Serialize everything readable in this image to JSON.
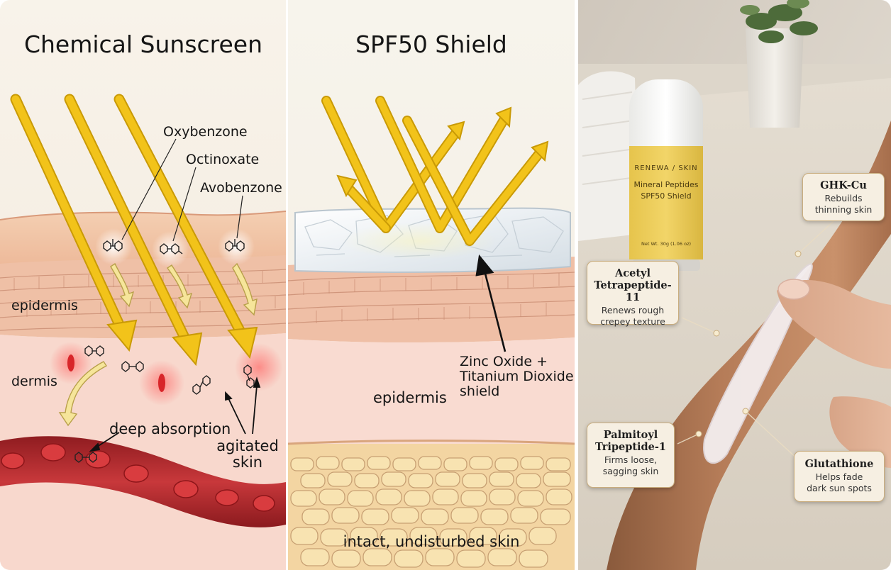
{
  "left_panel": {
    "title": "Chemical Sunscreen",
    "ingredients": [
      "Oxybenzone",
      "Octinoxate",
      "Avobenzone"
    ],
    "layer_epidermis": "epidermis",
    "layer_dermis": "dermis",
    "absorption": "deep absorption",
    "agitated_line1": "agitated",
    "agitated_line2": "skin"
  },
  "middle_panel": {
    "title": "SPF50 Shield",
    "shield_line1": "Zinc Oxide +",
    "shield_line2": "Titanium Dioxide",
    "shield_line3": "shield",
    "layer_epidermis": "epidermis",
    "bottom_caption": "intact, undisturbed skin"
  },
  "right_panel": {
    "bottle": {
      "brand": "RENEWA / SKIN",
      "product_line1": "Mineral Peptides",
      "product_line2": "SPF50 Shield",
      "net_wt": "Net Wt. 30g (1.06 oz)"
    },
    "callouts": [
      {
        "name": "GHK-Cu",
        "desc_line1": "Rebuilds",
        "desc_line2": "thinning skin"
      },
      {
        "name_line1": "Acetyl",
        "name_line2": "Tetrapeptide-11",
        "desc_line1": "Renews rough",
        "desc_line2": "crepey texture"
      },
      {
        "name_line1": "Palmitoyl",
        "name_line2": "Tripeptide-1",
        "desc_line1": "Firms loose,",
        "desc_line2": "sagging skin"
      },
      {
        "name": "Glutathione",
        "desc_line1": "Helps fade",
        "desc_line2": "dark sun spots"
      }
    ]
  },
  "colors": {
    "ray": "#f2c31a",
    "ray_edge": "#c99a06",
    "epidermis": "#f0c3a9",
    "dermis": "#f7d3c8",
    "blood_vessel": "#b8282c",
    "fat_cells": "#f6dfa6",
    "callout_bg": "#f6efe2",
    "bottle_label": "#efcf5a"
  }
}
